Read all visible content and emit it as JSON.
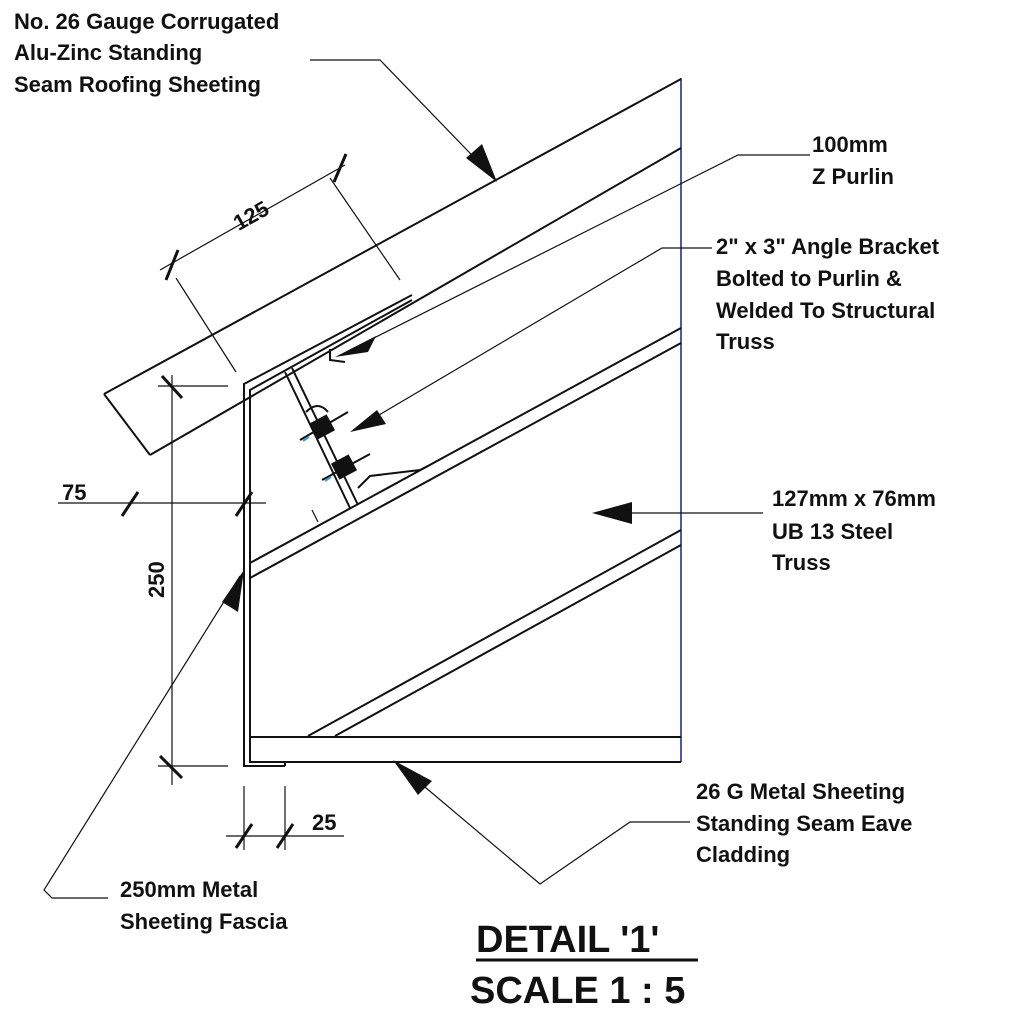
{
  "labels": {
    "roofing": [
      "No. 26 Gauge Corrugated",
      "Alu-Zinc  Standing",
      "Seam  Roofing Sheeting"
    ],
    "purlin": [
      "100mm",
      "Z  Purlin"
    ],
    "bracket": [
      "2\" x 3\"  Angle  Bracket",
      "Bolted  to  Purlin  &",
      "Welded  To Structural",
      "Truss"
    ],
    "truss": [
      "127mm  x 76mm",
      "UB 13 Steel",
      "Truss"
    ],
    "eave": [
      "26 G  Metal  Sheeting",
      "Standing  Seam  Eave",
      "Cladding"
    ],
    "fascia": [
      "250mm  Metal",
      "Sheeting  Fascia"
    ]
  },
  "dimensions": {
    "d125": "125",
    "d75": "75",
    "d250": "250",
    "d25": "25"
  },
  "title": {
    "detail": "DETAIL  '1'",
    "scale": "SCALE 1 : 5"
  },
  "colors": {
    "line": "#111111",
    "reference_line": "#1a1a9a",
    "bolt_accent": "#3aa0d8"
  }
}
